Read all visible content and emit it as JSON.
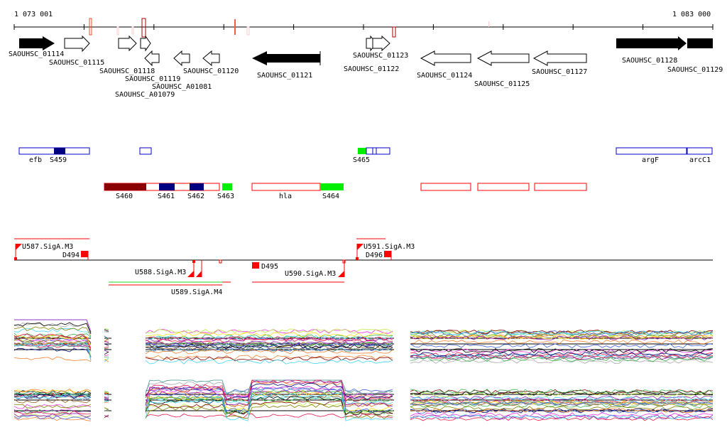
{
  "ruler": {
    "start_label": "1 073 001",
    "end_label": "1 083 000"
  },
  "genes": [
    {
      "name": "SAOUHSC_01114",
      "strand": "+",
      "filled": true
    },
    {
      "name": "SAOUHSC_01115",
      "strand": "+",
      "filled": false
    },
    {
      "name": "SAOUHSC_A01079",
      "strand": "+",
      "filled": false
    },
    {
      "name": "SAOUHSC_01118",
      "strand": "+",
      "filled": false
    },
    {
      "name": "SAOUHSC_01119",
      "strand": "-",
      "filled": false
    },
    {
      "name": "SAOUHSC_A01081",
      "strand": "-",
      "filled": false
    },
    {
      "name": "SAOUHSC_01120",
      "strand": "-",
      "filled": false
    },
    {
      "name": "SAOUHSC_01121",
      "strand": "-",
      "filled": true
    },
    {
      "name": "SAOUHSC_01122",
      "strand": "+",
      "filled": false
    },
    {
      "name": "SAOUHSC_01123",
      "strand": "+",
      "filled": false
    },
    {
      "name": "SAOUHSC_01124",
      "strand": "-",
      "filled": false
    },
    {
      "name": "SAOUHSC_01125",
      "strand": "-",
      "filled": false
    },
    {
      "name": "SAOUHSC_01127",
      "strand": "-",
      "filled": false
    },
    {
      "name": "SAOUHSC_01128",
      "strand": "+",
      "filled": true
    },
    {
      "name": "SAOUHSC_01129",
      "strand": "+",
      "filled": true
    }
  ],
  "operons_plus": [
    "efb",
    "S459",
    "S465",
    "argF",
    "arcC1"
  ],
  "operons_minus": [
    "S460",
    "S461",
    "S462",
    "S463",
    "hla",
    "S464"
  ],
  "promoters": [
    "U587.SigA.M3",
    "D494",
    "U588.SigA.M3",
    "U589.SigA.M4",
    "D495",
    "U590.SigA.M3",
    "U591.SigA.M3",
    "D496"
  ],
  "colors": {
    "red": "#ff0000",
    "navy": "#000080",
    "green": "#00ee00",
    "darkred": "#8b0000",
    "blue_outline": "#0000cc"
  }
}
